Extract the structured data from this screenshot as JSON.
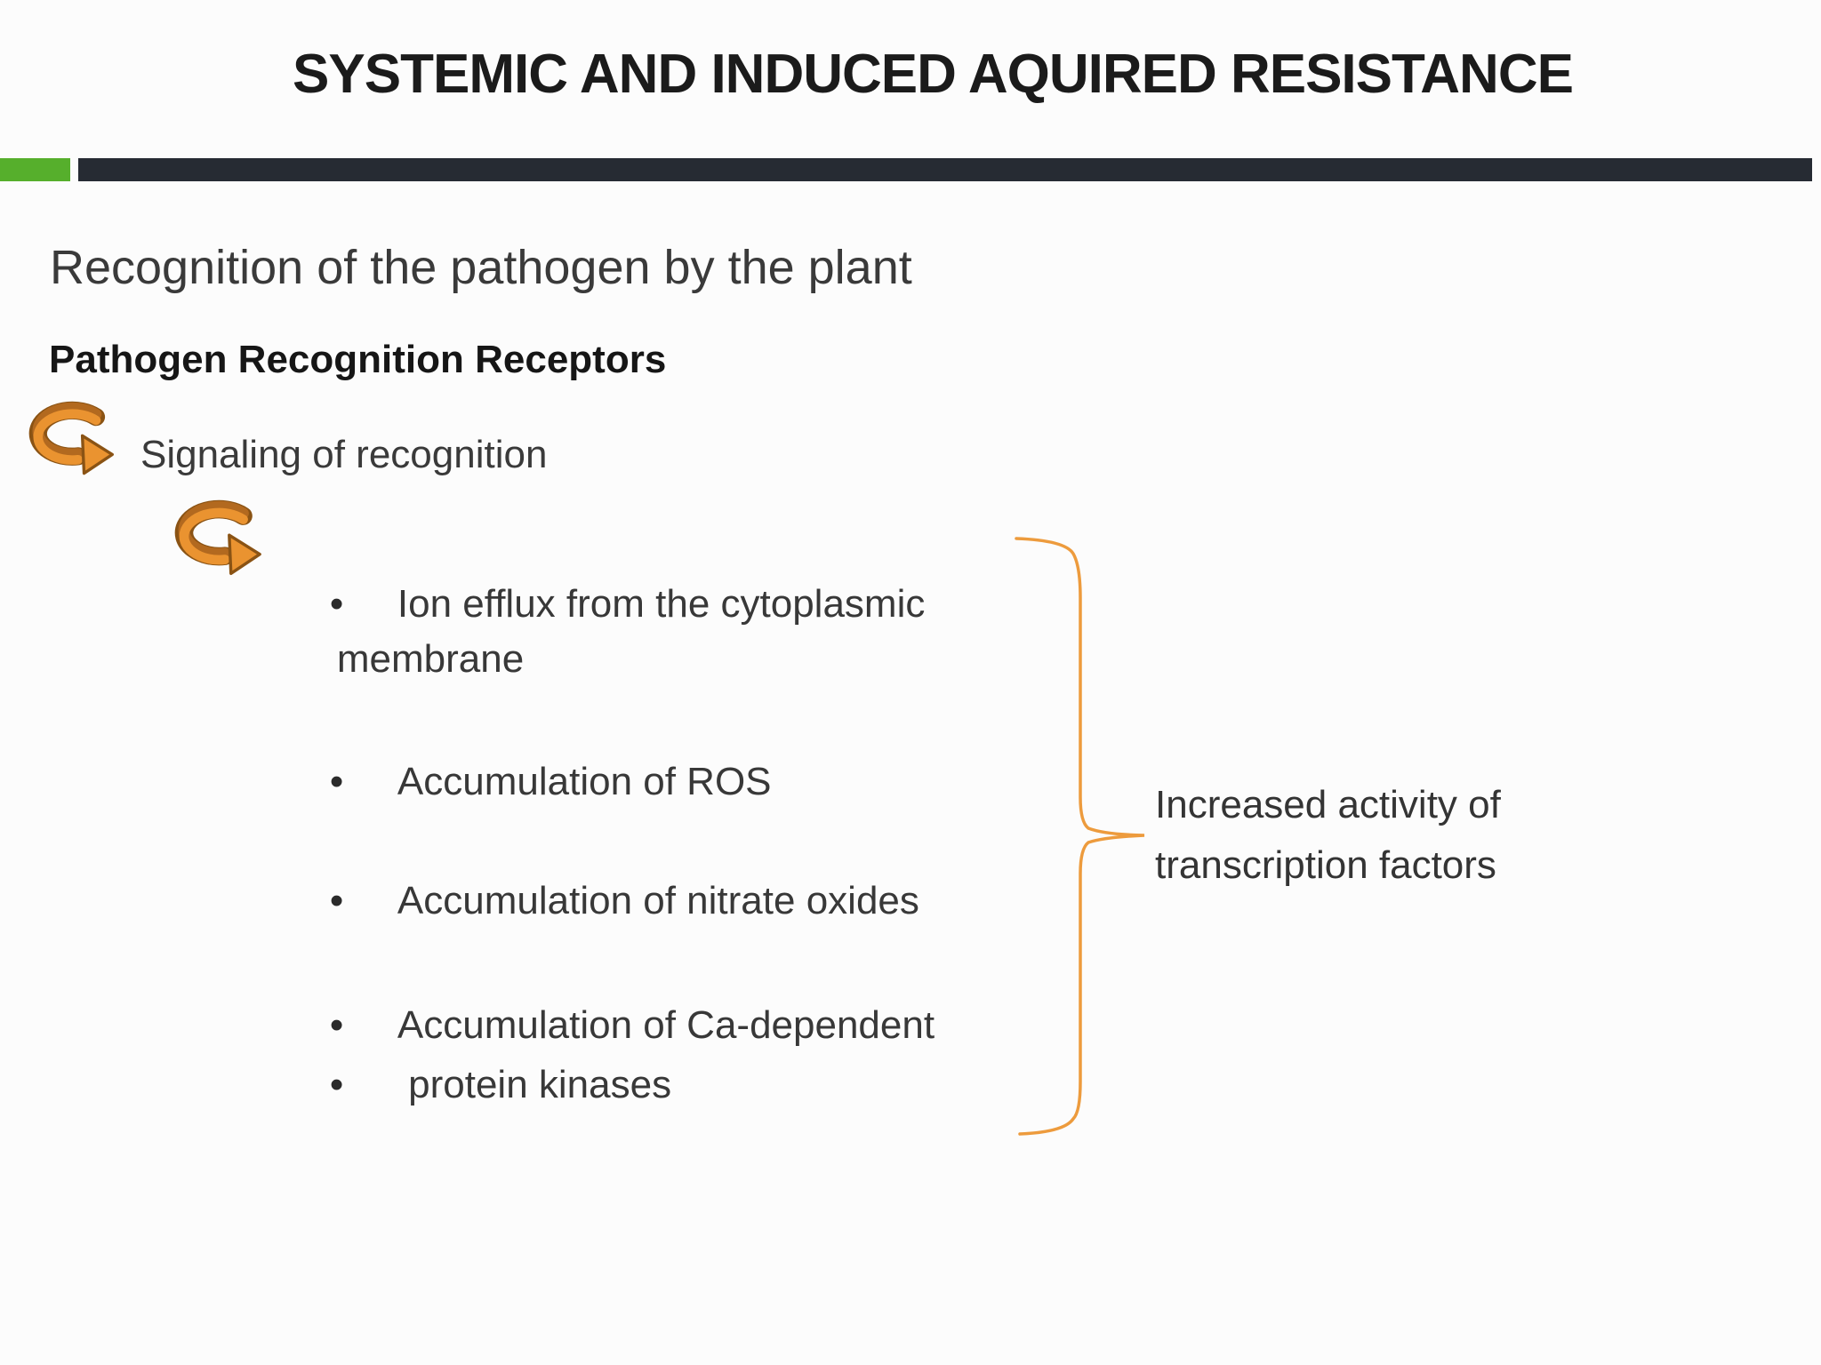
{
  "slide": {
    "title": "SYSTEMIC AND INDUCED AQUIRED RESISTANCE",
    "heading": "Recognition of the pathogen by the plant",
    "subheading": "Pathogen Recognition Receptors",
    "signaling_label": "Signaling of recognition",
    "list": [
      {
        "bullet": "•",
        "text": "Ion efflux from the cytoplasmic"
      },
      {
        "bullet": "",
        "text": "membrane"
      },
      {
        "bullet": "•",
        "text": "Accumulation of ROS"
      },
      {
        "bullet": "•",
        "text": "Accumulation of nitrate oxides"
      },
      {
        "bullet": "•",
        "text": "Accumulation of Ca-dependent"
      },
      {
        "bullet": "•",
        "text": " protein kinases"
      }
    ],
    "brace_label": {
      "line1": "Increased activity of",
      "line2": "transcription factors"
    },
    "icons": {
      "curved_arrow": "curved-arrow-icon",
      "curly_brace": "curly-brace-icon",
      "bullet": "bullet-icon"
    },
    "colors": {
      "accent_green": "#56AF2C",
      "accent_dark": "#262B33",
      "arrow_fill": "#EA9330",
      "arrow_top": "#B2691F",
      "arrow_outline": "#8A5314",
      "brace": "#ED9B3D",
      "title_text": "#1B1B1B",
      "heading_text": "#3A3A3A",
      "body_text": "#383838"
    }
  }
}
